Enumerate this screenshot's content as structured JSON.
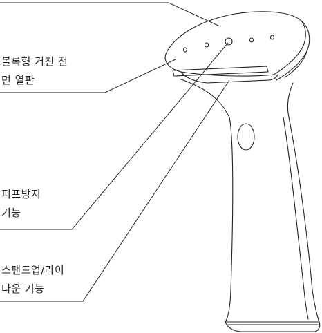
{
  "callouts": [
    {
      "lines": [
        "볼록형 거친 전",
        "면 열판"
      ]
    },
    {
      "lines": [
        "퍼프방지",
        "기능"
      ]
    },
    {
      "lines": [
        "스탠드업/라이",
        "다운 기능"
      ]
    }
  ],
  "colors": {
    "line": "#222222",
    "body": "#ffffff"
  }
}
